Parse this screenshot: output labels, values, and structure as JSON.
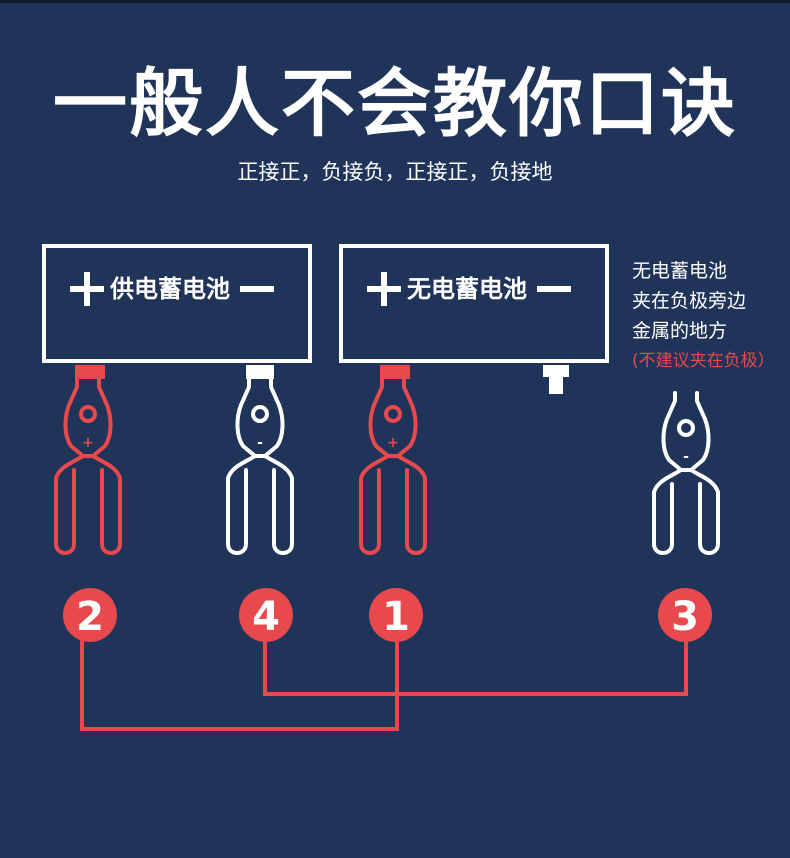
{
  "title": "一般人不会教你口诀",
  "subtitle": "正接正，负接负，正接正，负接地",
  "colors": {
    "background": "#1f3458",
    "red": "#e8494d",
    "white": "#ffffff"
  },
  "batteries": [
    {
      "label": "供电蓄电池",
      "plus": "+",
      "minus": "−"
    },
    {
      "label": "无电蓄电池",
      "plus": "+",
      "minus": "−"
    }
  ],
  "side_note": {
    "lines": [
      "无电蓄电池",
      "夹在负极旁边",
      "金属的地方"
    ],
    "warning": "(不建议夹在负极）"
  },
  "clamps": [
    {
      "sign": "+",
      "color": "#e8494d"
    },
    {
      "sign": "-",
      "color": "#ffffff"
    },
    {
      "sign": "+",
      "color": "#e8494d"
    },
    {
      "sign": "-",
      "color": "#ffffff"
    }
  ],
  "steps": [
    "2",
    "4",
    "1",
    "3"
  ]
}
